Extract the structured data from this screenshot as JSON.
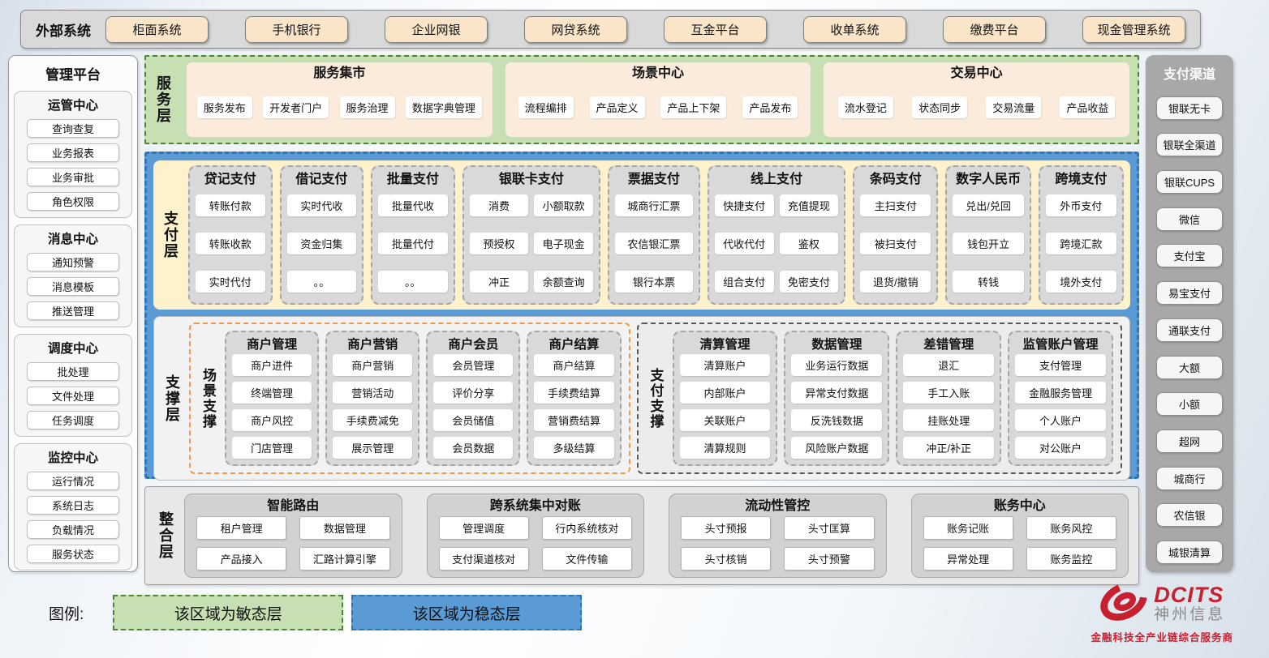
{
  "external_systems": {
    "label": "外部系统",
    "items": [
      "柜面系统",
      "手机银行",
      "企业网银",
      "网贷系统",
      "互金平台",
      "收单系统",
      "缴费平台",
      "现金管理系统"
    ]
  },
  "management_platform": {
    "title": "管理平台",
    "groups": [
      {
        "title": "运管中心",
        "items": [
          "查询查复",
          "业务报表",
          "业务审批",
          "角色权限"
        ]
      },
      {
        "title": "消息中心",
        "items": [
          "通知预警",
          "消息模板",
          "推送管理"
        ]
      },
      {
        "title": "调度中心",
        "items": [
          "批处理",
          "文件处理",
          "任务调度"
        ]
      },
      {
        "title": "监控中心",
        "items": [
          "运行情况",
          "系统日志",
          "负载情况",
          "服务状态"
        ]
      }
    ]
  },
  "service_layer": {
    "label": "服务层",
    "sections": [
      {
        "title": "服务集市",
        "items": [
          "服务发布",
          "开发者门户",
          "服务治理",
          "数据字典管理"
        ]
      },
      {
        "title": "场景中心",
        "items": [
          "流程编排",
          "产品定义",
          "产品上下架",
          "产品发布"
        ]
      },
      {
        "title": "交易中心",
        "items": [
          "流水登记",
          "状态同步",
          "交易流量",
          "产品收益"
        ]
      }
    ]
  },
  "payment_layer": {
    "label": "支付层",
    "columns": [
      {
        "title": "贷记支付",
        "cols": 1,
        "items": [
          "转账付款",
          "转账收款",
          "实时代付"
        ]
      },
      {
        "title": "借记支付",
        "cols": 1,
        "items": [
          "实时代收",
          "资金归集",
          "。。"
        ]
      },
      {
        "title": "批量支付",
        "cols": 1,
        "items": [
          "批量代收",
          "批量代付",
          "。。"
        ]
      },
      {
        "title": "银联卡支付",
        "cols": 2,
        "items": [
          "消费",
          "小额取款",
          "预授权",
          "电子现金",
          "冲正",
          "余额查询"
        ]
      },
      {
        "title": "票据支付",
        "cols": 1,
        "items": [
          "城商行汇票",
          "农信银汇票",
          "银行本票"
        ]
      },
      {
        "title": "线上支付",
        "cols": 2,
        "items": [
          "快捷支付",
          "充值提现",
          "代收代付",
          "鉴权",
          "组合支付",
          "免密支付"
        ]
      },
      {
        "title": "条码支付",
        "cols": 1,
        "items": [
          "主扫支付",
          "被扫支付",
          "退货/撤销"
        ]
      },
      {
        "title": "数字人民币",
        "cols": 1,
        "items": [
          "兑出/兑回",
          "钱包开立",
          "转钱"
        ]
      },
      {
        "title": "跨境支付",
        "cols": 1,
        "items": [
          "外币支付",
          "跨境汇款",
          "境外支付"
        ]
      }
    ]
  },
  "support_layer": {
    "label": "支撑层",
    "scene_support": {
      "label": "场景支撑",
      "columns": [
        {
          "title": "商户管理",
          "items": [
            "商户进件",
            "终端管理",
            "商户风控",
            "门店管理"
          ]
        },
        {
          "title": "商户营销",
          "items": [
            "商户营销",
            "营销活动",
            "手续费减免",
            "展示管理"
          ]
        },
        {
          "title": "商户会员",
          "items": [
            "会员管理",
            "评价分享",
            "会员储值",
            "会员数据"
          ]
        },
        {
          "title": "商户结算",
          "items": [
            "商户结算",
            "手续费结算",
            "营销费结算",
            "多级结算"
          ]
        }
      ]
    },
    "payment_support": {
      "label": "支付支撑",
      "columns": [
        {
          "title": "清算管理",
          "items": [
            "清算账户",
            "内部账户",
            "关联账户",
            "清算规则"
          ]
        },
        {
          "title": "数据管理",
          "items": [
            "业务运行数据",
            "异常支付数据",
            "反洗钱数据",
            "风险账户数据"
          ]
        },
        {
          "title": "差错管理",
          "items": [
            "退汇",
            "手工入账",
            "挂账处理",
            "冲正/补正"
          ]
        },
        {
          "title": "监管账户管理",
          "items": [
            "支付管理",
            "金融服务管理",
            "个人账户",
            "对公账户"
          ]
        }
      ]
    }
  },
  "integration_layer": {
    "label": "整合层",
    "sections": [
      {
        "title": "智能路由",
        "items": [
          "租户管理",
          "数据管理",
          "产品接入",
          "汇路计算引擎"
        ]
      },
      {
        "title": "跨系统集中对账",
        "items": [
          "管理调度",
          "行内系统核对",
          "支付渠道核对",
          "文件传输"
        ]
      },
      {
        "title": "流动性管控",
        "items": [
          "头寸预报",
          "头寸匡算",
          "头寸核销",
          "头寸预警"
        ]
      },
      {
        "title": "账务中心",
        "items": [
          "账务记账",
          "账务风控",
          "异常处理",
          "账务监控"
        ]
      }
    ]
  },
  "payment_channels": {
    "title": "支付渠道",
    "items": [
      "银联无卡",
      "银联全渠道",
      "银联CUPS",
      "微信",
      "支付宝",
      "易宝支付",
      "通联支付",
      "大额",
      "小额",
      "超网",
      "城商行",
      "农信银",
      "城银清算"
    ]
  },
  "legend": {
    "label": "图例:",
    "agile": "该区域为敏态层",
    "stable": "该区域为稳态层"
  },
  "logo": {
    "name": "DCITS",
    "cn": "神州信息",
    "tagline": "金融科技全产业链综合服务商"
  },
  "colors": {
    "agile_green": "#c6e0b4",
    "agile_green_border": "#548235",
    "stable_blue": "#5b9bd5",
    "stable_blue_border": "#2e75b6",
    "external_cream": "#fbe5c9",
    "payment_cream": "#fdf2cc",
    "group_gray": "#d9d9d9",
    "scene_orange_border": "#ed9a4c",
    "logo_red": "#c8202f"
  }
}
